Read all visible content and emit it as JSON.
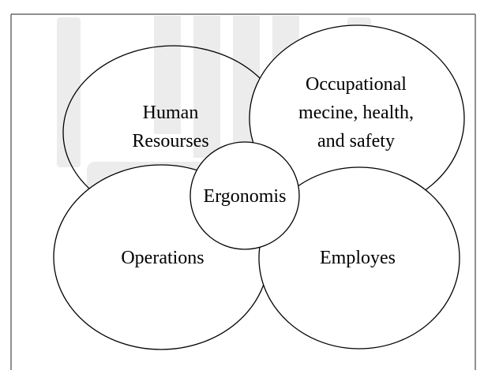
{
  "diagram": {
    "circles": {
      "human_resources": {
        "lines": [
          "Human",
          "Resourses"
        ]
      },
      "occupational": {
        "lines": [
          "Occupational",
          "mecine, health,",
          "and safety"
        ]
      },
      "operations": {
        "lines": [
          "Operations"
        ]
      },
      "employes": {
        "lines": [
          "Employes"
        ]
      },
      "center": {
        "lines": [
          "Ergonomis"
        ]
      }
    },
    "colors": {
      "stroke": "#000000",
      "fill": "#ffffff",
      "border": "#222222"
    }
  }
}
